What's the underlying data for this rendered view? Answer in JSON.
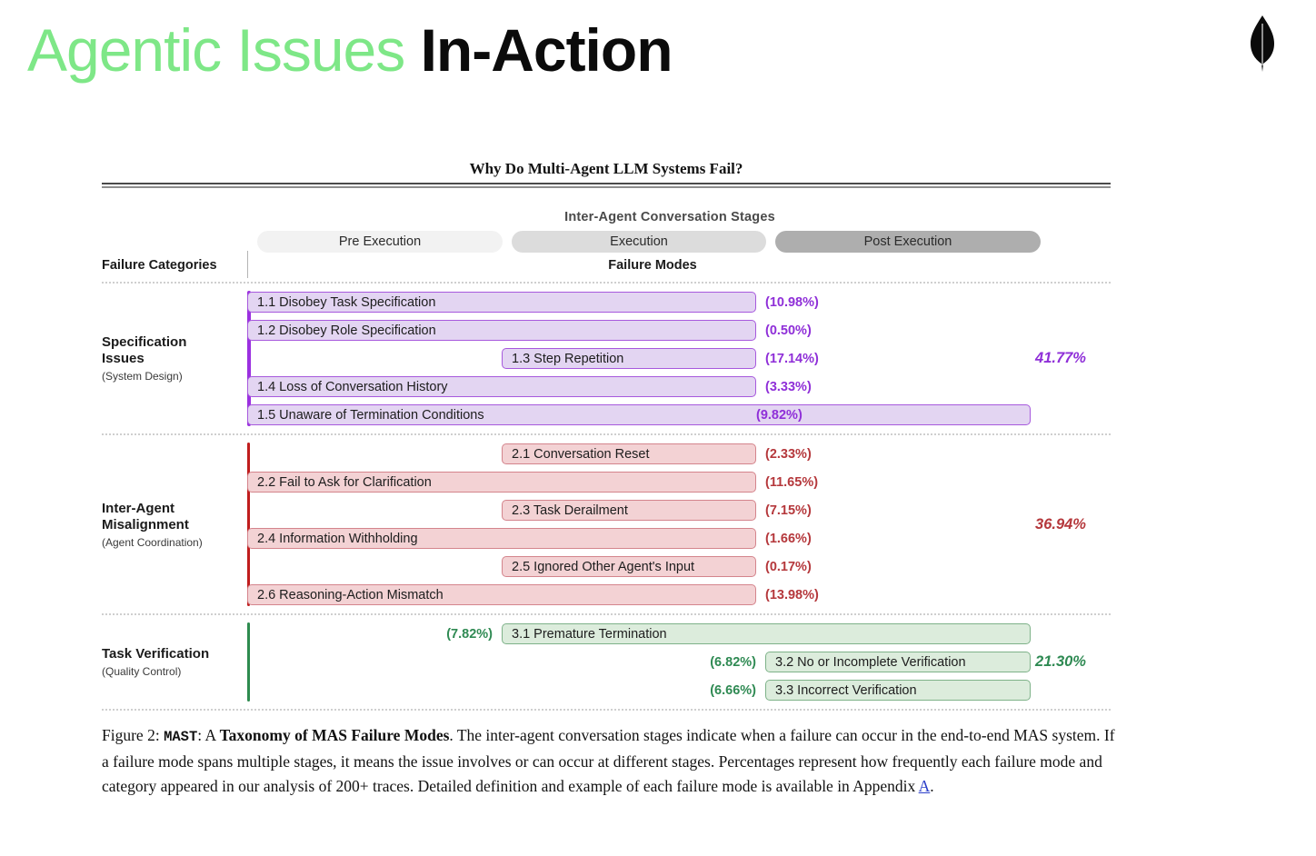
{
  "slide": {
    "title_accent": "Agentic Issues",
    "title_plain": "In-Action",
    "logo_name": "mongodb-leaf-logo"
  },
  "figure": {
    "heading": "Why Do Multi-Agent LLM Systems Fail?",
    "stages_title": "Inter-Agent Conversation Stages",
    "stages": [
      {
        "label": "Pre Execution",
        "key": "pre"
      },
      {
        "label": "Execution",
        "key": "exec"
      },
      {
        "label": "Post Execution",
        "key": "post"
      }
    ],
    "col_head_left": "Failure Categories",
    "col_head_right": "Failure Modes",
    "caption": {
      "prefix": "Figure 2: ",
      "mast": "MAST",
      "colon": ": A ",
      "bold_title": "Taxonomy of MAS Failure Modes",
      "body_1": ". The inter-agent conversation stages indicate when a failure can occur in the end-to-end MAS system. If a failure mode spans multiple stages, it means the issue involves or can occur at different stages. Percentages represent how frequently each failure mode and category appeared in our analysis of 200+ traces. Detailed definition and example of each failure mode is available in Appendix ",
      "link": "A",
      "body_2": "."
    }
  },
  "chart_data": {
    "type": "bar",
    "title": "Why Do Multi-Agent LLM Systems Fail?",
    "subtitle": "MAST: A Taxonomy of MAS Failure Modes",
    "xlabel": "Inter-Agent Conversation Stages",
    "ylabel": "Failure Modes",
    "x_categories": [
      "Pre Execution",
      "Execution",
      "Post Execution"
    ],
    "value_unit": "percent",
    "legend_position": "none",
    "grid": false,
    "groups": [
      {
        "id": "specification-issues",
        "name": "Specification",
        "name_line2": "Issues",
        "subtitle": "(System Design)",
        "total": "41.77%",
        "total_value": 41.77,
        "color": "#8f2fd8",
        "bar_fill": "#e3d5f2",
        "bar_border": "#a759dd",
        "items": [
          {
            "label": "1.1 Disobey Task Specification",
            "pct": "(10.98%)",
            "value": 10.98,
            "start": "pre",
            "end": "exec",
            "pct_inside": false
          },
          {
            "label": "1.2 Disobey Role Specification",
            "pct": "(0.50%)",
            "value": 0.5,
            "start": "pre",
            "end": "exec",
            "pct_inside": false
          },
          {
            "label": "1.3 Step Repetition",
            "pct": "(17.14%)",
            "value": 17.14,
            "start": "exec",
            "end": "exec",
            "pct_inside": false
          },
          {
            "label": "1.4 Loss of Conversation History",
            "pct": "(3.33%)",
            "value": 3.33,
            "start": "pre",
            "end": "exec",
            "pct_inside": false
          },
          {
            "label": "1.5 Unaware of Termination Conditions",
            "pct": "(9.82%)",
            "value": 9.82,
            "start": "pre",
            "end": "post",
            "pct_inside": true
          }
        ]
      },
      {
        "id": "inter-agent-misalignment",
        "name": "Inter-Agent",
        "name_line2": "Misalignment",
        "subtitle": "(Agent Coordination)",
        "total": "36.94%",
        "total_value": 36.94,
        "color": "#b5383c",
        "bar_fill": "#f3d2d4",
        "bar_border": "#d4848c",
        "items": [
          {
            "label": "2.1 Conversation Reset",
            "pct": "(2.33%)",
            "value": 2.33,
            "start": "exec",
            "end": "exec",
            "pct_inside": false
          },
          {
            "label": "2.2 Fail to Ask for Clarification",
            "pct": "(11.65%)",
            "value": 11.65,
            "start": "pre",
            "end": "exec",
            "pct_inside": false
          },
          {
            "label": "2.3 Task Derailment",
            "pct": "(7.15%)",
            "value": 7.15,
            "start": "exec",
            "end": "exec",
            "pct_inside": false
          },
          {
            "label": "2.4 Information Withholding",
            "pct": "(1.66%)",
            "value": 1.66,
            "start": "pre",
            "end": "exec",
            "pct_inside": false
          },
          {
            "label": "2.5 Ignored Other Agent's Input",
            "pct": "(0.17%)",
            "value": 0.17,
            "start": "exec",
            "end": "exec",
            "pct_inside": false
          },
          {
            "label": "2.6 Reasoning-Action Mismatch",
            "pct": "(13.98%)",
            "value": 13.98,
            "start": "pre",
            "end": "exec",
            "pct_inside": false
          }
        ]
      },
      {
        "id": "task-verification",
        "name": "Task Verification",
        "name_line2": "",
        "subtitle": "(Quality Control)",
        "total": "21.30%",
        "total_value": 21.3,
        "color": "#2f8a53",
        "bar_fill": "#dcecdc",
        "bar_border": "#7eb289",
        "items": [
          {
            "label": "3.1  Premature Termination",
            "pct": "(7.82%)",
            "value": 7.82,
            "start": "exec",
            "end": "post",
            "pct_side": "left"
          },
          {
            "label": "3.2 No or Incomplete Verification",
            "pct": "(6.82%)",
            "value": 6.82,
            "start": "post",
            "end": "post",
            "pct_side": "left"
          },
          {
            "label": "3.3 Incorrect Verification",
            "pct": "(6.66%)",
            "value": 6.66,
            "start": "post",
            "end": "post",
            "pct_side": "left"
          }
        ]
      }
    ]
  }
}
